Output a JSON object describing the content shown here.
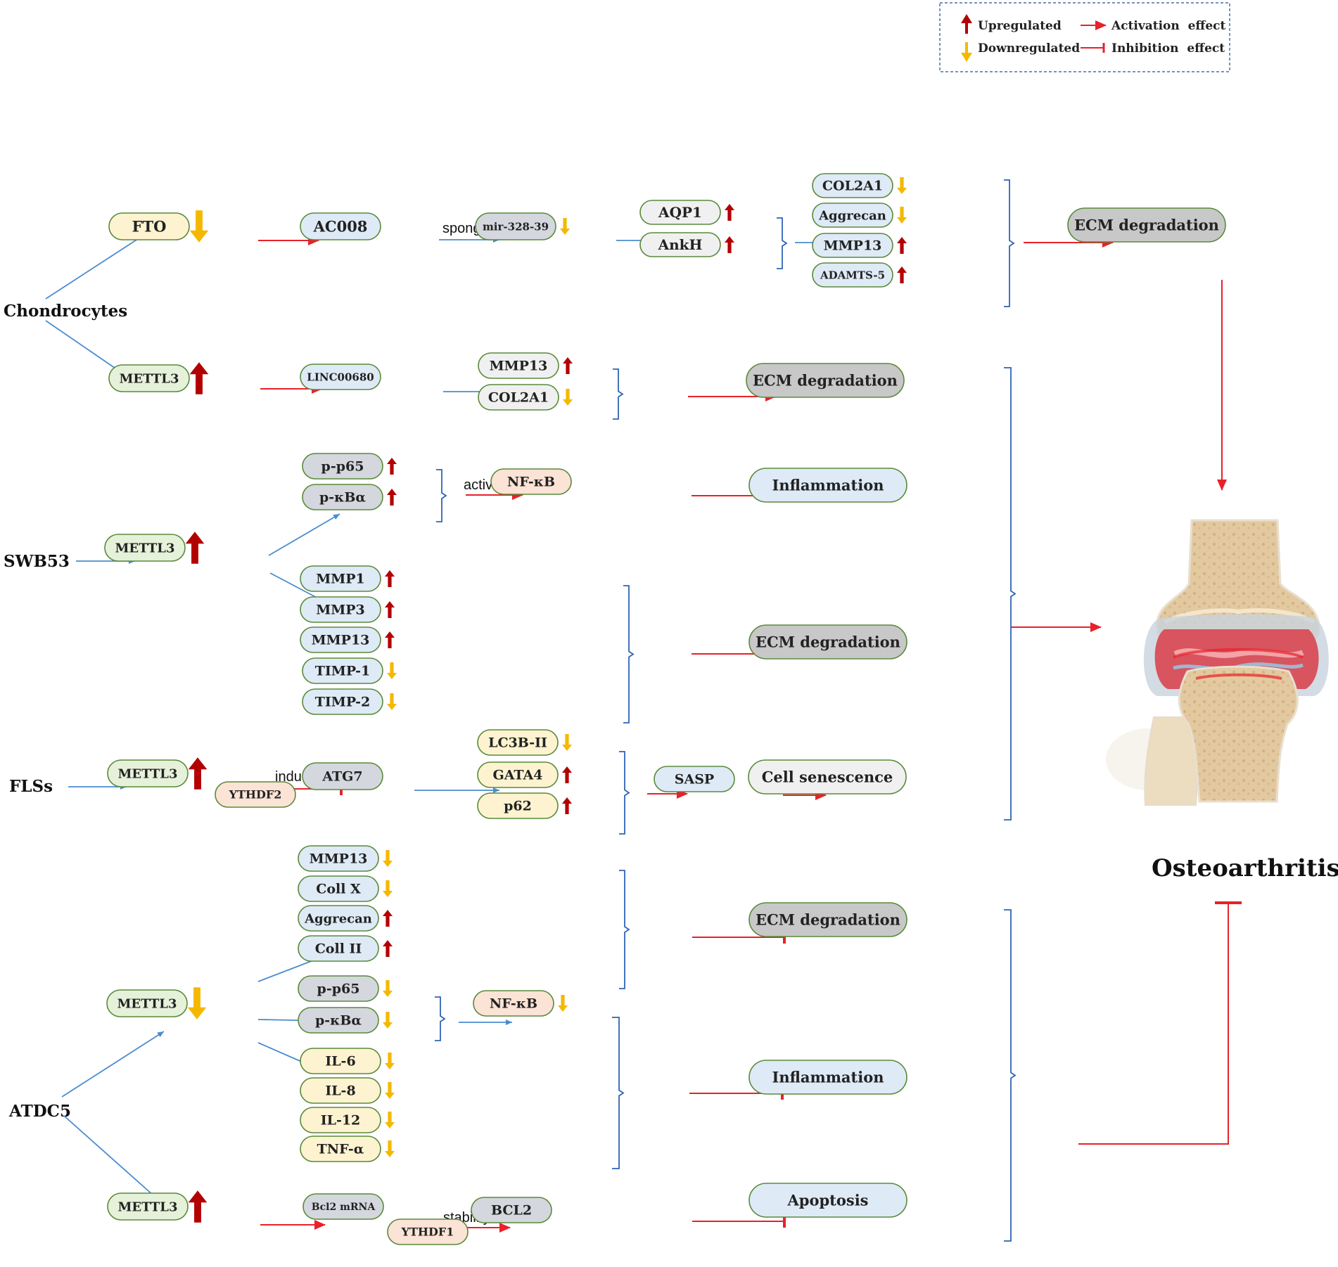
{
  "legend": {
    "upregulated": "Upregulated",
    "downregulated": "Downregulated",
    "activation": "Activation  effect",
    "inhibition": "Inhibition  effect"
  },
  "colors": {
    "up_arrow": "#b30000",
    "down_arrow": "#f5b800",
    "activation": "#e8212a",
    "inhibition": "#e8212a",
    "flow": "#4a8ccf",
    "bracket": "#2f64b4",
    "fill_yellow": "#fdf3d0",
    "fill_green": "#e6f1da",
    "fill_blue": "#deeaf6",
    "fill_grey": "#d4d7dd",
    "fill_darkgrey": "#c8c8c8",
    "fill_light": "#f0f0f0",
    "fill_peach": "#fbe3d6",
    "node_border": "#5a8a3a"
  },
  "cell_types": {
    "chondrocytes": "Chondrocytes",
    "swb53": "SWB53",
    "flss": "FLSs",
    "atdc5": "ATDC5"
  },
  "edge_labels": {
    "sponge": "sponge",
    "activate": "activate",
    "induce": "induce",
    "stability": "stability"
  },
  "nodes": {
    "fto": "FTO",
    "ac008": "AC008",
    "mir": "mir-328-39",
    "aqp1": "AQP1",
    "ankh": "AnkH",
    "col2a1_a": "COL2A1",
    "aggrecan_a": "Aggrecan",
    "mmp13_a": "MMP13",
    "adamts5": "ADAMTS-5",
    "ecm_top": "ECM degradation",
    "mettl3_a": "METTL3",
    "linc": "LINC00680",
    "mmp13_b": "MMP13",
    "col2a1_b": "COL2A1",
    "ecm_b": "ECM degradation",
    "pp65_a": "p-p65",
    "pkba_a": "p-κBα",
    "nfkb_a": "NF-κB",
    "inflam_a": "Inflammation",
    "mettl3_b": "METTL3",
    "mmp1": "MMP1",
    "mmp3": "MMP3",
    "mmp13_c": "MMP13",
    "timp1": "TIMP-1",
    "timp2": "TIMP-2",
    "ecm_c": "ECM degradation",
    "mettl3_c": "METTL3",
    "ythdf2": "YTHDF2",
    "atg7": "ATG7",
    "lc3b": "LC3B-II",
    "gata4": "GATA4",
    "p62": "p62",
    "sasp": "SASP",
    "senescence": "Cell senescence",
    "mmp13_d": "MMP13",
    "collx": "Coll X",
    "aggrecan_d": "Aggrecan",
    "collii": "Coll II",
    "ecm_d": "ECM degradation",
    "mettl3_d": "METTL3",
    "pp65_d": "p-p65",
    "pkba_d": "p-κBα",
    "nfkb_d": "NF-κB",
    "il6": "IL-6",
    "il8": "IL-8",
    "il12": "IL-12",
    "tnfa": "TNF-α",
    "inflam_d": "Inflammation",
    "mettl3_e": "METTL3",
    "bcl2mrna": "Bcl2 mRNA",
    "bcl2": "BCL2",
    "ythdf1": "YTHDF1",
    "apoptosis": "Apoptosis"
  },
  "outcome": {
    "title": "Osteoarthritis",
    "image": "knee-joint-illustration"
  },
  "regulation": {
    "fto": "down",
    "mir": "down",
    "aqp1": "up",
    "ankh": "up",
    "col2a1_a": "down",
    "aggrecan_a": "down",
    "mmp13_a": "up",
    "adamts5": "up",
    "mettl3_a": "up",
    "mmp13_b": "up",
    "col2a1_b": "down",
    "pp65_a": "up",
    "pkba_a": "up",
    "mettl3_b": "up",
    "mmp1": "up",
    "mmp3": "up",
    "mmp13_c": "up",
    "timp1": "down",
    "timp2": "down",
    "mettl3_c": "up",
    "lc3b": "down",
    "gata4": "up",
    "p62": "up",
    "mmp13_d": "down",
    "collx": "down",
    "aggrecan_d": "up",
    "collii": "up",
    "mettl3_d": "down",
    "pp65_d": "down",
    "pkba_d": "down",
    "nfkb_d": "down",
    "il6": "down",
    "il8": "down",
    "il12": "down",
    "tnfa": "down",
    "mettl3_e": "up"
  }
}
